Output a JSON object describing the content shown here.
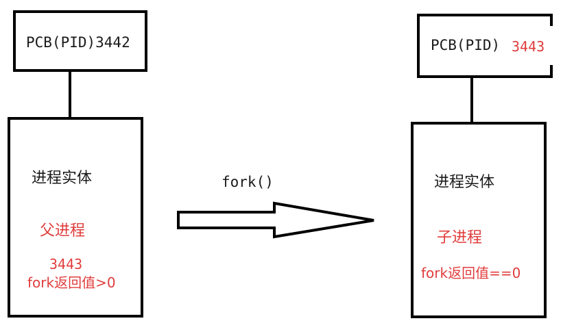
{
  "colors": {
    "stroke": "#000000",
    "text": "#1a1a1a",
    "red": "#e03c3c"
  },
  "parent": {
    "pcb_label": "PCB(PID)3442",
    "entity_label": "进程实体",
    "role": "父进程",
    "pid_child": "3443",
    "fork_return": "fork返回值>0"
  },
  "arrow": {
    "label": "fork()"
  },
  "child": {
    "pcb_label": "PCB(PID)",
    "pcb_pid": "3443",
    "entity_label": "进程实体",
    "role": "子进程",
    "fork_return": "fork返回值==0"
  }
}
